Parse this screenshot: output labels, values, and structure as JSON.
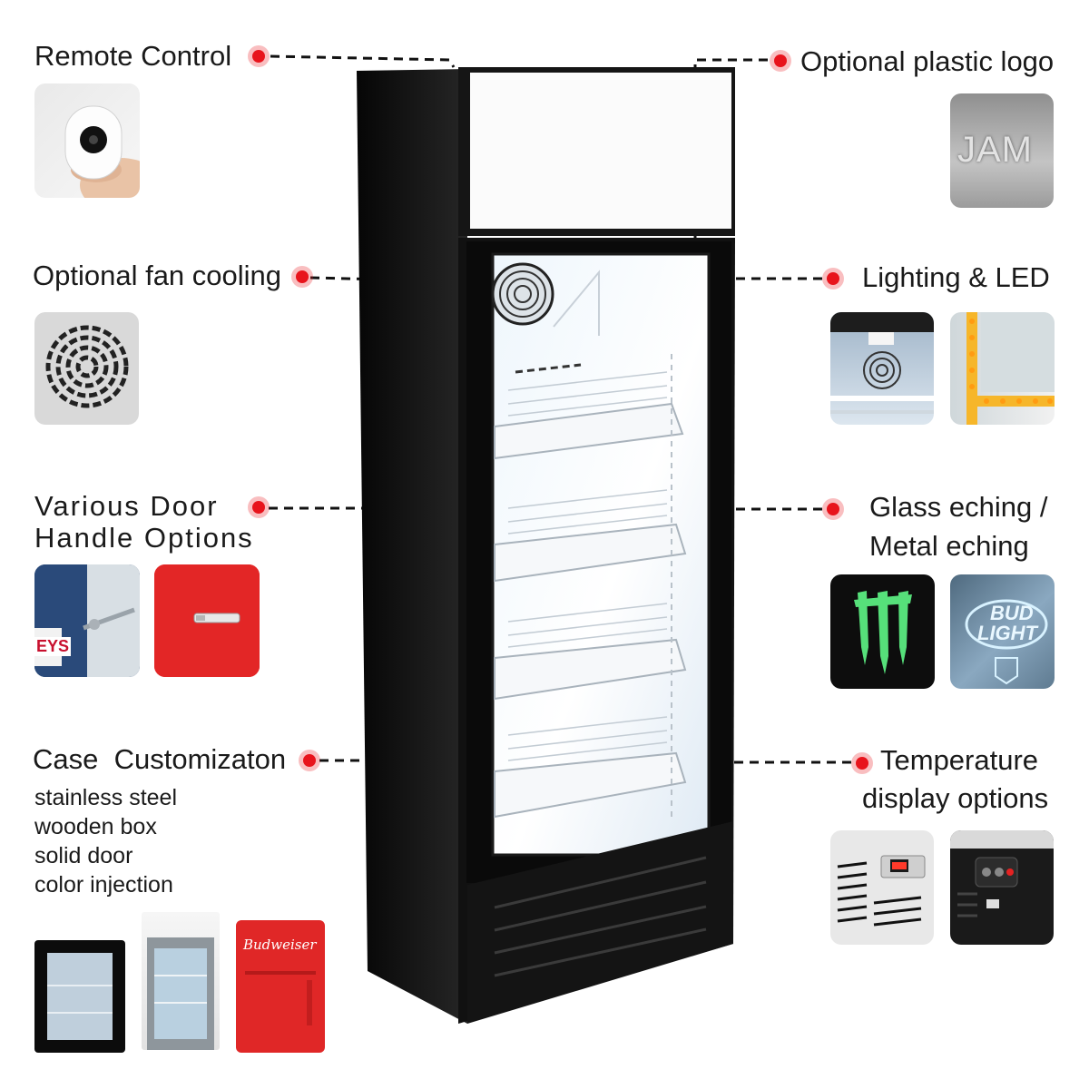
{
  "features": {
    "remote_control": {
      "label": "Remote Control"
    },
    "plastic_logo": {
      "label": "Optional plastic logo",
      "sample_text": "JAM"
    },
    "fan_cooling": {
      "label": "Optional fan cooling"
    },
    "lighting": {
      "label": "Lighting & LED"
    },
    "door_handle": {
      "line1": "Various Door",
      "line2": "Handle Options",
      "sample_text": "EYS"
    },
    "etching": {
      "line1": "Glass eching /",
      "line2": "Metal eching",
      "sample_text_1": "BUD",
      "sample_text_2": "LIGHT"
    },
    "case_custom": {
      "label": "Case  Customizaton",
      "options": [
        "stainless steel",
        "wooden box",
        "solid door",
        "color injection"
      ],
      "sample_text": "Budweiser"
    },
    "temperature": {
      "line1": "Temperature",
      "line2": "display options"
    }
  },
  "colors": {
    "accent": "#e8141c",
    "cabinet": "#111111",
    "red_fridge": "#e32626"
  }
}
